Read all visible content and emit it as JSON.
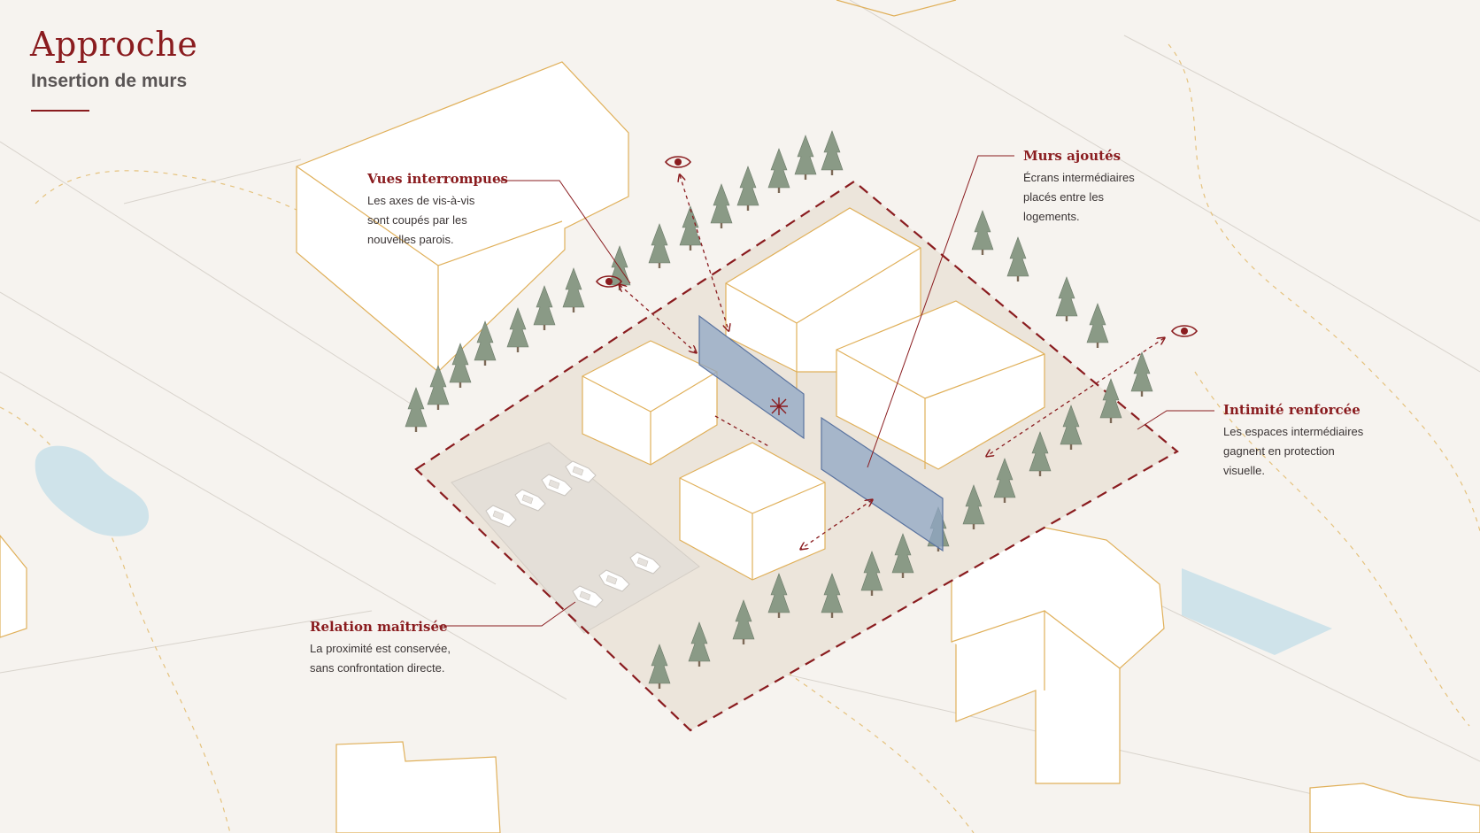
{
  "header": {
    "title": "Approche",
    "subtitle": "Insertion de murs"
  },
  "annotations": [
    {
      "id": "vues-interrompues",
      "title": "Vues interrompues",
      "text": "Les axes de vis-à-vis\nsont coupés par les\nnouvelles parois."
    },
    {
      "id": "murs-ajoutes",
      "title": "Murs ajoutés",
      "text": "Écrans intermédiaires\nplacés entre les\nlogements."
    },
    {
      "id": "intimite-renforcee",
      "title": "Intimité renforcée",
      "text": "Les espaces intermédiaires\ngagnent en protection\nvisuelle."
    },
    {
      "id": "relation-maitrisee",
      "title": "Relation maîtrisée",
      "text": "La proximité est conservée,\nsans confrontation directe."
    }
  ],
  "colors": {
    "accent": "#8a1c1f",
    "background": "#f6f3ef",
    "outline": "#e0b05a",
    "wall": "#8fa6c4",
    "tree": "#8a9a86",
    "water": "#cfe3ea"
  },
  "icons": [
    "eye-icon",
    "eye-icon",
    "eye-icon",
    "star-mark-icon"
  ]
}
